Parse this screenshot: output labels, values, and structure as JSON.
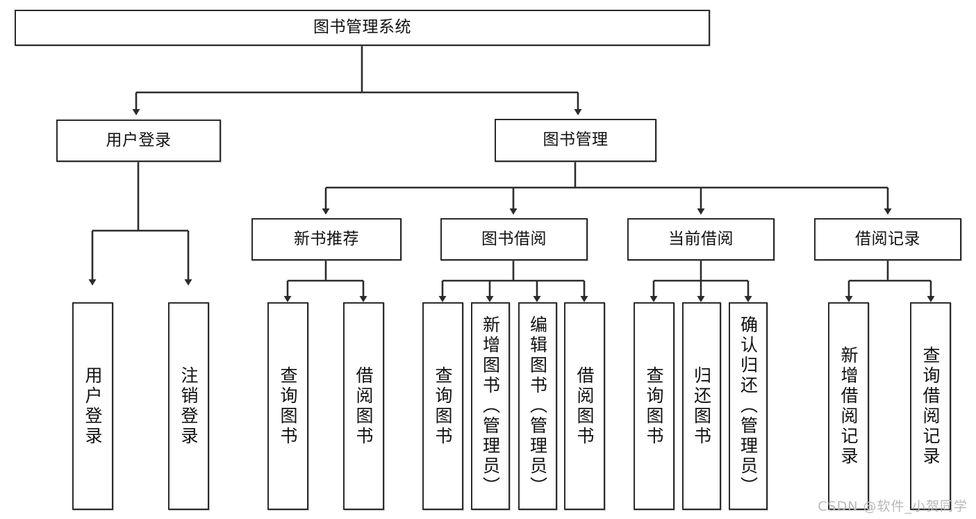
{
  "diagram": {
    "title": "图书管理系统",
    "watermark": "CSDN @软件_小贺同学",
    "line_color": "#2b2b2b",
    "box_fill": "#ffffff",
    "text_color": "#111111",
    "root": {
      "label": "图书管理系统"
    },
    "level2": [
      {
        "label": "用户登录"
      },
      {
        "label": "图书管理"
      }
    ],
    "level3": [
      {
        "label": "新书推荐"
      },
      {
        "label": "图书借阅"
      },
      {
        "label": "当前借阅"
      },
      {
        "label": "借阅记录"
      }
    ],
    "leaves": {
      "user_login": [
        {
          "label": "用户登录"
        },
        {
          "label": "注销登录"
        }
      ],
      "new_book": [
        {
          "label": "查询图书"
        },
        {
          "label": "借阅图书"
        }
      ],
      "book_borrow": [
        {
          "label": "查询图书"
        },
        {
          "label": "新增图书（管理员）"
        },
        {
          "label": "编辑图书（管理员）"
        },
        {
          "label": "借阅图书"
        }
      ],
      "current_borrow": [
        {
          "label": "查询图书"
        },
        {
          "label": "归还图书"
        },
        {
          "label": "确认归还（管理员）"
        }
      ],
      "borrow_record": [
        {
          "label": "新增借阅记录"
        },
        {
          "label": "查询借阅记录"
        }
      ]
    }
  }
}
